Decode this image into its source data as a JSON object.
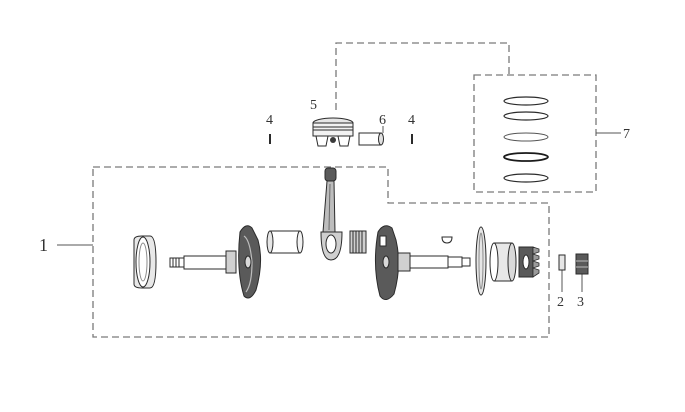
{
  "diagram": {
    "callouts": {
      "c1": "1",
      "c2": "2",
      "c3": "3",
      "c4a": "4",
      "c4b": "4",
      "c5": "5",
      "c6": "6",
      "c7": "7"
    },
    "colors": {
      "outline": "#2b2b2b",
      "part_dark": "#3a3a3a",
      "part_mid": "#8c8c8c",
      "part_light": "#d9d9d9",
      "dash": "#7a7a7a"
    }
  }
}
